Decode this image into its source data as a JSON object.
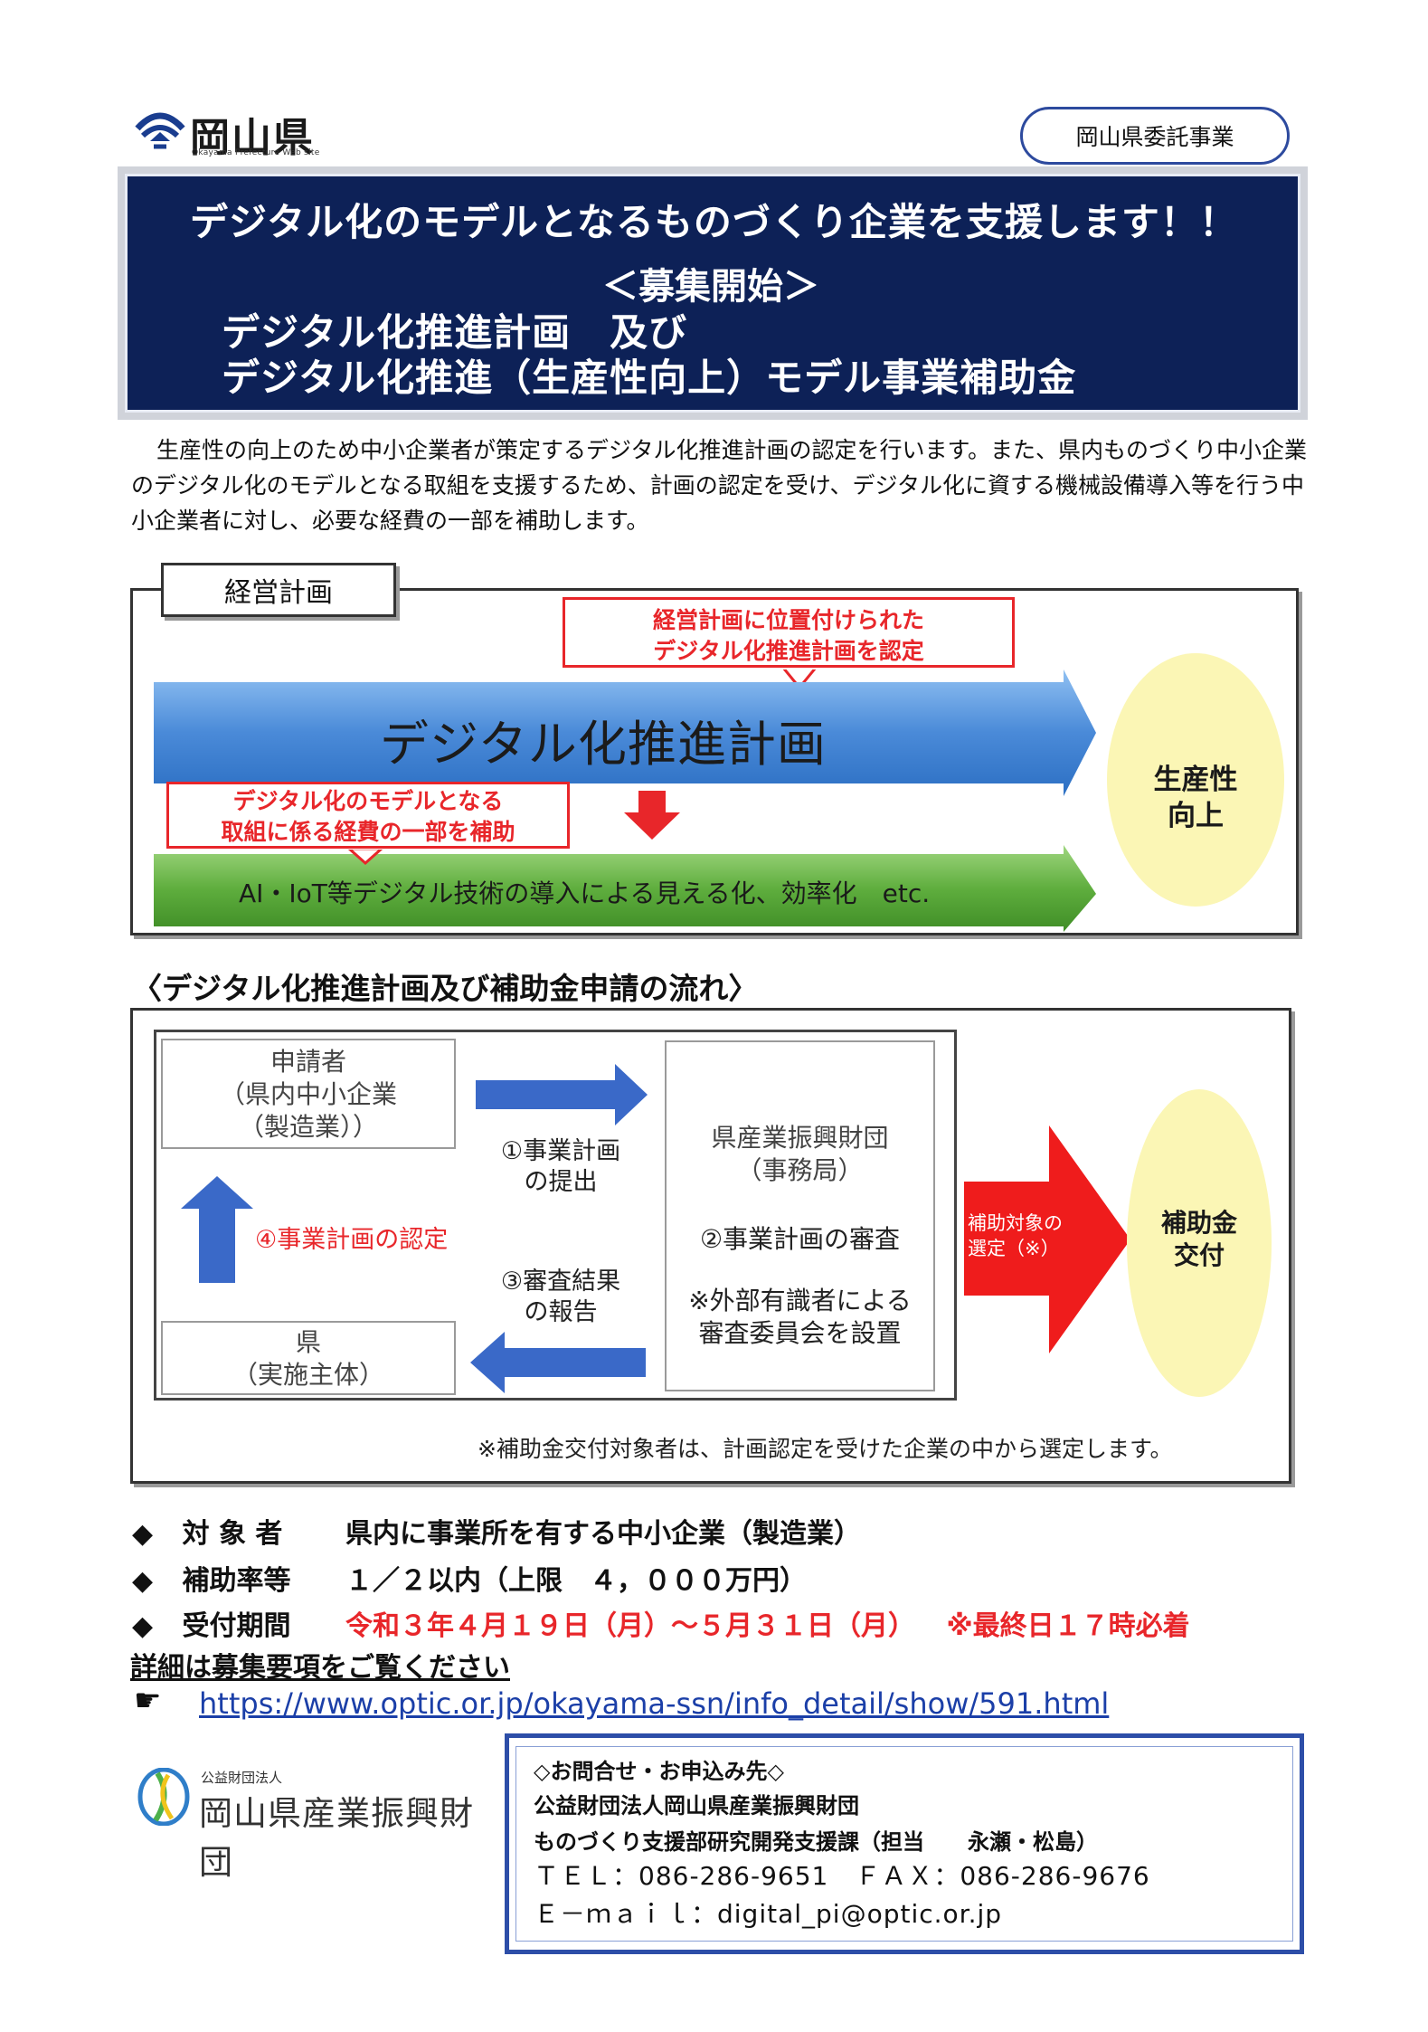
{
  "header": {
    "logo_text": "岡山県",
    "logo_subtext": "Okayama Prefecture Web site",
    "badge": "岡山県委託事業"
  },
  "title": {
    "line1": "デジタル化のモデルとなるものづくり企業を支援します！！",
    "line2": "＜募集開始＞",
    "line3": "デジタル化推進計画　及び",
    "line4": "デジタル化推進（生産性向上）モデル事業補助金"
  },
  "intro": "生産性の向上のため中小企業者が策定するデジタル化推進計画の認定を行います。また、県内ものづくり中小企業のデジタル化のモデルとなる取組を支援するため、計画の認定を受け、デジタル化に資する機械設備導入等を行う中小企業者に対し、必要な経費の一部を補助します。",
  "diagram1": {
    "tab": "経営計画",
    "callout_top_line1": "経営計画に位置付けられた",
    "callout_top_line2": "デジタル化推進計画を認定",
    "blue_arrow": "デジタル化推進計画",
    "callout_left_line1": "デジタル化のモデルとなる",
    "callout_left_line2": "取組に係る経費の一部を補助",
    "green_arrow": "AI・IoT等デジタル技術の導入による見える化、効率化　etc.",
    "goal_line1": "生産性",
    "goal_line2": "向上",
    "colors": {
      "blue": "#3f7fd0",
      "green": "#5aa83a",
      "red": "#e8262a",
      "ellipse": "#fbf6b5"
    }
  },
  "flow": {
    "heading": "〈デジタル化推進計画及び補助金申請の流れ〉",
    "applicant_line1": "申請者",
    "applicant_line2": "（県内中小企業",
    "applicant_line3": "（製造業））",
    "prefecture_line1": "県",
    "prefecture_line2": "（実施主体）",
    "step1_line1": "①事業計画",
    "step1_line2": "の提出",
    "step3_line1": "③審査結果",
    "step3_line2": "の報告",
    "step4": "④事業計画の認定",
    "foundation_line1": "県産業振興財団",
    "foundation_line2": "（事務局）",
    "step2": "②事業計画の審査",
    "foundation_note_line1": "※外部有識者による",
    "foundation_note_line2": "審査委員会を設置",
    "red_arrow_line1": "補助対象の",
    "red_arrow_line2": "選定（※）",
    "result_line1": "補助金",
    "result_line2": "交付",
    "note": "※補助金交付対象者は、計画認定を受けた企業の中から選定します。"
  },
  "bullets": [
    {
      "marker": "◆",
      "label": "対 象 者",
      "value": "県内に事業所を有する中小企業（製造業）",
      "note": ""
    },
    {
      "marker": "◆",
      "label": "補助率等",
      "value": "１／２以内（上限　４，０００万円）",
      "note": ""
    },
    {
      "marker": "◆",
      "label": "受付期間",
      "value": "令和３年４月１９日（月）～５月３１日（月）",
      "note": "※最終日１７時必着"
    }
  ],
  "details": {
    "text": "詳細は募集要項をご覧ください",
    "hand": "☛",
    "url": "https://www.optic.or.jp/okayama-ssn/info_detail/show/591.html"
  },
  "footer": {
    "foundation_small": "公益財団法人",
    "foundation_name": "岡山県産業振興財団",
    "contact_title": "◇お問合せ・お申込み先◇",
    "contact_org": "公益財団法人岡山県産業振興財団",
    "contact_dept": "ものづくり支援部研究開発支援課（担当　　永瀬・松島）",
    "contact_tel": "ＴＥＬ：086-286-9651　ＦＡＸ：086-286-9676",
    "contact_email": "Ｅ－ｍａｉｌ：digital_pi@optic.or.jp"
  }
}
